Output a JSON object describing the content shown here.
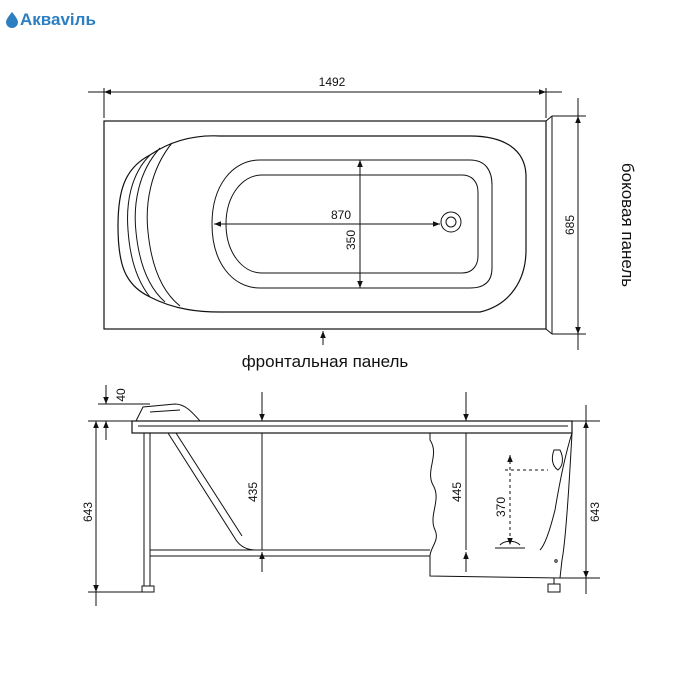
{
  "brand": {
    "logo_text": "Акваviль"
  },
  "top_view": {
    "length": "1492",
    "width": "685",
    "inner_length": "870",
    "inner_width": "350",
    "side_panel_label": "боковая панель",
    "front_panel_label": "фронтальная панель"
  },
  "side_view": {
    "rim_height": "40",
    "total_height_left": "643",
    "total_height_right": "643",
    "depth_1": "435",
    "depth_2": "445",
    "drain_height": "370"
  }
}
